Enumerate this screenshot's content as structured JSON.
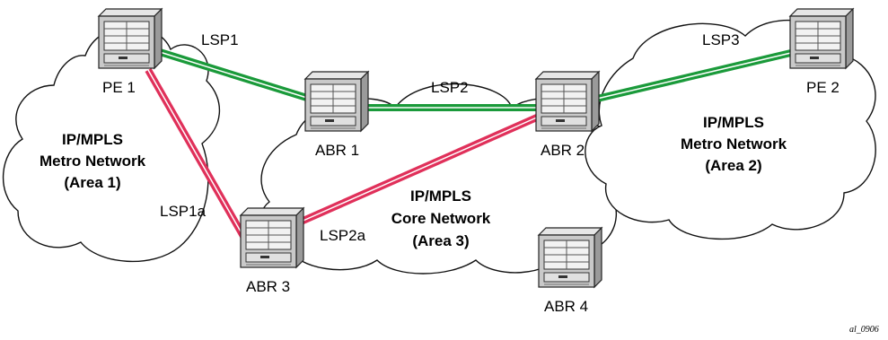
{
  "routers": {
    "pe1": "PE 1",
    "pe2": "PE 2",
    "abr1": "ABR 1",
    "abr2": "ABR 2",
    "abr3": "ABR 3",
    "abr4": "ABR 4"
  },
  "lsps": {
    "lsp1": "LSP1",
    "lsp2": "LSP2",
    "lsp3": "LSP3",
    "lsp1a": "LSP1a",
    "lsp2a": "LSP2a"
  },
  "networks": {
    "area1": [
      "IP/MPLS",
      "Metro Network",
      "(Area 1)"
    ],
    "area2": [
      "IP/MPLS",
      "Metro Network",
      "(Area 2)"
    ],
    "area3": [
      "IP/MPLS",
      "Core Network",
      "(Area 3)"
    ]
  },
  "figure_id": "al_0906",
  "colors": {
    "primary_lsp": "#1a9a3a",
    "backup_lsp": "#e0305a",
    "router_body": "#c8c8c8"
  }
}
